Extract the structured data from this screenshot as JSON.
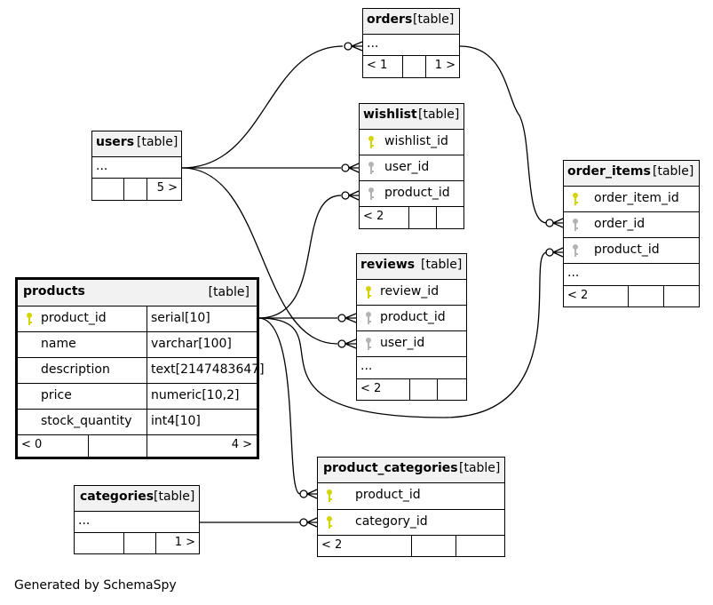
{
  "table_tag": "[table]",
  "footer_text": "Generated by SchemaSpy",
  "ellipsis": "...",
  "colors": {
    "primary_key": "#d4d400",
    "foreign_key": "#b3b3b3",
    "header_bg": "#f2f2f2",
    "line": "#000000"
  },
  "tables": {
    "orders": {
      "name": "orders",
      "nav": [
        "< 1",
        "",
        "1 >"
      ]
    },
    "users": {
      "name": "users",
      "nav": [
        "",
        "",
        "5 >"
      ]
    },
    "wishlist": {
      "name": "wishlist",
      "columns": [
        {
          "name": "wishlist_id",
          "key": "primary-key-icon"
        },
        {
          "name": "user_id",
          "key": "foreign-key-icon"
        },
        {
          "name": "product_id",
          "key": "foreign-key-icon"
        }
      ],
      "nav": [
        "< 2",
        "",
        ""
      ]
    },
    "order_items": {
      "name": "order_items",
      "columns": [
        {
          "name": "order_item_id",
          "key": "primary-key-icon"
        },
        {
          "name": "order_id",
          "key": "foreign-key-icon"
        },
        {
          "name": "product_id",
          "key": "foreign-key-icon"
        }
      ],
      "nav": [
        "< 2",
        "",
        ""
      ]
    },
    "reviews": {
      "name": "reviews",
      "columns": [
        {
          "name": "review_id",
          "key": "primary-key-icon"
        },
        {
          "name": "product_id",
          "key": "foreign-key-icon"
        },
        {
          "name": "user_id",
          "key": "foreign-key-icon"
        }
      ],
      "nav": [
        "< 2",
        "",
        ""
      ]
    },
    "products": {
      "name": "products",
      "columns": [
        {
          "name": "product_id",
          "type": "serial[10]",
          "key": "primary-key-icon"
        },
        {
          "name": "name",
          "type": "varchar[100]"
        },
        {
          "name": "description",
          "type": "text[2147483647]"
        },
        {
          "name": "price",
          "type": "numeric[10,2]"
        },
        {
          "name": "stock_quantity",
          "type": "int4[10]"
        }
      ],
      "nav": [
        "< 0",
        "",
        "4 >"
      ]
    },
    "product_categories": {
      "name": "product_categories",
      "columns": [
        {
          "name": "product_id",
          "key": "primary-key-icon"
        },
        {
          "name": "category_id",
          "key": "primary-key-icon"
        }
      ],
      "nav": [
        "< 2",
        "",
        ""
      ]
    },
    "categories": {
      "name": "categories",
      "nav": [
        "",
        "",
        "1 >"
      ]
    }
  }
}
